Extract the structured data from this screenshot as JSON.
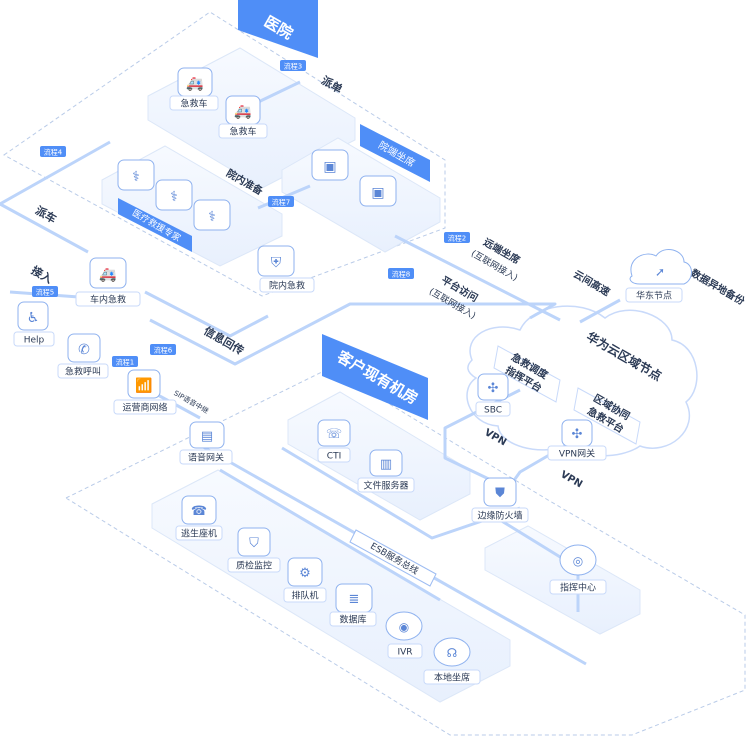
{
  "regions": {
    "hospital": "医院",
    "customer_room": "客户现有机房",
    "huawei_cloud": "华为云区域节点"
  },
  "flows": {
    "f1": "流程1",
    "f2": "流程2",
    "f3": "流程3",
    "f4": "流程4",
    "f5": "流程5",
    "f6": "流程6",
    "f7": "流程7",
    "f8": "流程8"
  },
  "edge_labels": {
    "dispatch_order": "派单",
    "dispatch_car": "派车",
    "pickup": "接入",
    "prep": "院内准备",
    "info_return": "信息回传",
    "remote_seat": "远端坐席",
    "remote_seat_sub": "(互联网接入)",
    "platform_access": "平台访问",
    "platform_access_sub": "(互联网接入)",
    "cloud_transfer": "云间高速",
    "data_backup": "数据异地备份",
    "sip_trunk": "SIP语音中继",
    "vpn_top": "VPN",
    "vpn_bottom": "VPN",
    "esb": "ESB服务总线"
  },
  "nodes": {
    "ambulance1": "急救车",
    "ambulance2": "急救车",
    "hospital_seat": "院端坐席",
    "medical_expert": "医疗救援专家",
    "in_hospital_rescue": "院内急救",
    "in_car_rescue": "车内急救",
    "help": "Help",
    "emergency_call": "急救呼叫",
    "carrier_network": "运营商网络",
    "voice_gateway": "语音网关",
    "cti": "CTI",
    "file_server": "文件服务器",
    "escape_seat": "逃生座机",
    "qc_monitor": "质检监控",
    "queue_machine": "排队机",
    "database": "数据库",
    "ivr": "IVR",
    "local_seat": "本地坐席",
    "edge_firewall": "边缘防火墙",
    "command_center": "指挥中心",
    "sbc": "SBC",
    "vpn_gateway": "VPN网关",
    "dispatch_platform_l1": "急救调度",
    "dispatch_platform_l2": "指挥平台",
    "regional_platform_l1": "区域协同",
    "regional_platform_l2": "急救平台",
    "east_china_node": "华东节点"
  },
  "colors": {
    "accent": "#4f8ef7",
    "line": "#bcd4fa",
    "text": "#2b3a55",
    "dash": "#b9cbe8"
  }
}
